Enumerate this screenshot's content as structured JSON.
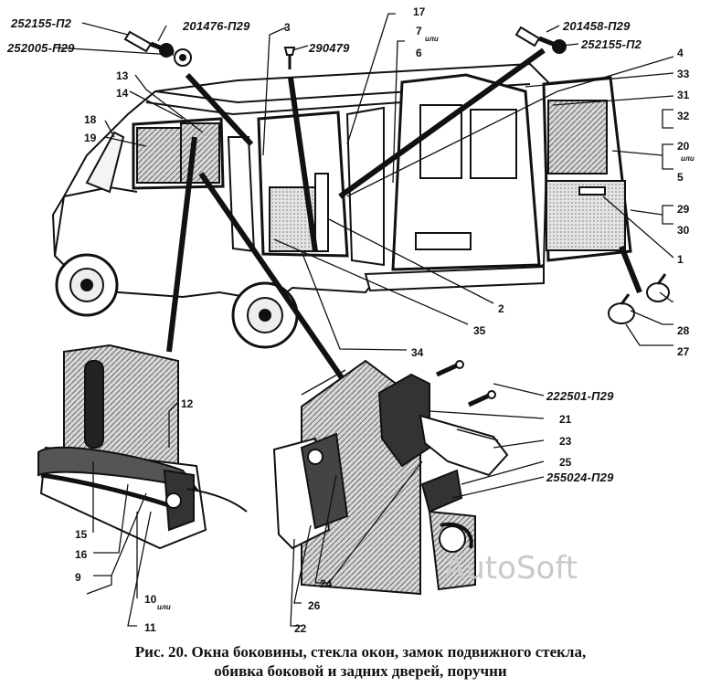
{
  "figure": {
    "caption_line1": "Рис. 20. Окна боковины, стекла окон, замок подвижного стекла,",
    "caption_line2": "обивка боковой и задних дверей, поручни",
    "watermark": "AutoSoft"
  },
  "part_codes": {
    "c252155_top": "252155-П2",
    "c201476": "201476-П29",
    "c252005": "252005-П29",
    "c290479": "290479",
    "c201458": "201458-П29",
    "c252155_right": "252155-П2",
    "c222501": "222501-П29",
    "c255024": "255024-П29"
  },
  "callouts": {
    "n1": "1",
    "n2": "2",
    "n3": "3",
    "n4": "4",
    "n5": "5",
    "n6": "6",
    "n7": "7",
    "n9": "9",
    "n10": "10",
    "n11": "11",
    "n12": "12",
    "n13": "13",
    "n14": "14",
    "n15": "15",
    "n16": "16",
    "n17": "17",
    "n18": "18",
    "n19": "19",
    "n20": "20",
    "n21": "21",
    "n22": "22",
    "n23": "23",
    "n24": "24",
    "n25": "25",
    "n26": "26",
    "n27": "27",
    "n28": "28",
    "n29": "29",
    "n30": "30",
    "n31": "31",
    "n32": "32",
    "n33": "33",
    "n34": "34",
    "n35": "35",
    "ili": "или"
  }
}
